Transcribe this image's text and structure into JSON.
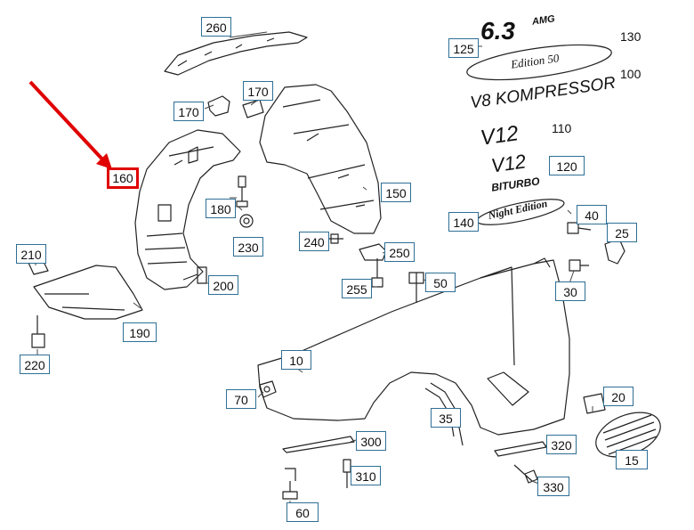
{
  "callouts": [
    {
      "id": "260",
      "label": "260"
    },
    {
      "id": "170a",
      "label": "170"
    },
    {
      "id": "170b",
      "label": "170"
    },
    {
      "id": "160",
      "label": "160"
    },
    {
      "id": "180",
      "label": "180"
    },
    {
      "id": "230",
      "label": "230"
    },
    {
      "id": "150",
      "label": "150"
    },
    {
      "id": "240",
      "label": "240"
    },
    {
      "id": "250",
      "label": "250"
    },
    {
      "id": "255",
      "label": "255"
    },
    {
      "id": "50",
      "label": "50"
    },
    {
      "id": "210",
      "label": "210"
    },
    {
      "id": "200",
      "label": "200"
    },
    {
      "id": "190",
      "label": "190"
    },
    {
      "id": "220",
      "label": "220"
    },
    {
      "id": "125",
      "label": "125"
    },
    {
      "id": "120",
      "label": "120"
    },
    {
      "id": "140",
      "label": "140"
    },
    {
      "id": "40",
      "label": "40"
    },
    {
      "id": "25",
      "label": "25"
    },
    {
      "id": "30",
      "label": "30"
    },
    {
      "id": "10",
      "label": "10"
    },
    {
      "id": "70",
      "label": "70"
    },
    {
      "id": "35",
      "label": "35"
    },
    {
      "id": "20",
      "label": "20"
    },
    {
      "id": "300",
      "label": "300"
    },
    {
      "id": "320",
      "label": "320"
    },
    {
      "id": "15",
      "label": "15"
    },
    {
      "id": "310",
      "label": "310"
    },
    {
      "id": "330",
      "label": "330"
    },
    {
      "id": "60",
      "label": "60"
    }
  ],
  "plain_numbers": {
    "n130": "130",
    "n100": "100",
    "n110": "110"
  },
  "badges": {
    "b63": "6.3",
    "amg": "AMG",
    "edition50": "Edition 50",
    "v8": "V8 KOMPRESSOR",
    "v12a": "V12",
    "v12b": "V12",
    "biturbo": "BITURBO",
    "night": "Night Edition"
  },
  "colors": {
    "highlight": "#e00000",
    "callout_border": "#2e6f95",
    "line": "#222222"
  }
}
